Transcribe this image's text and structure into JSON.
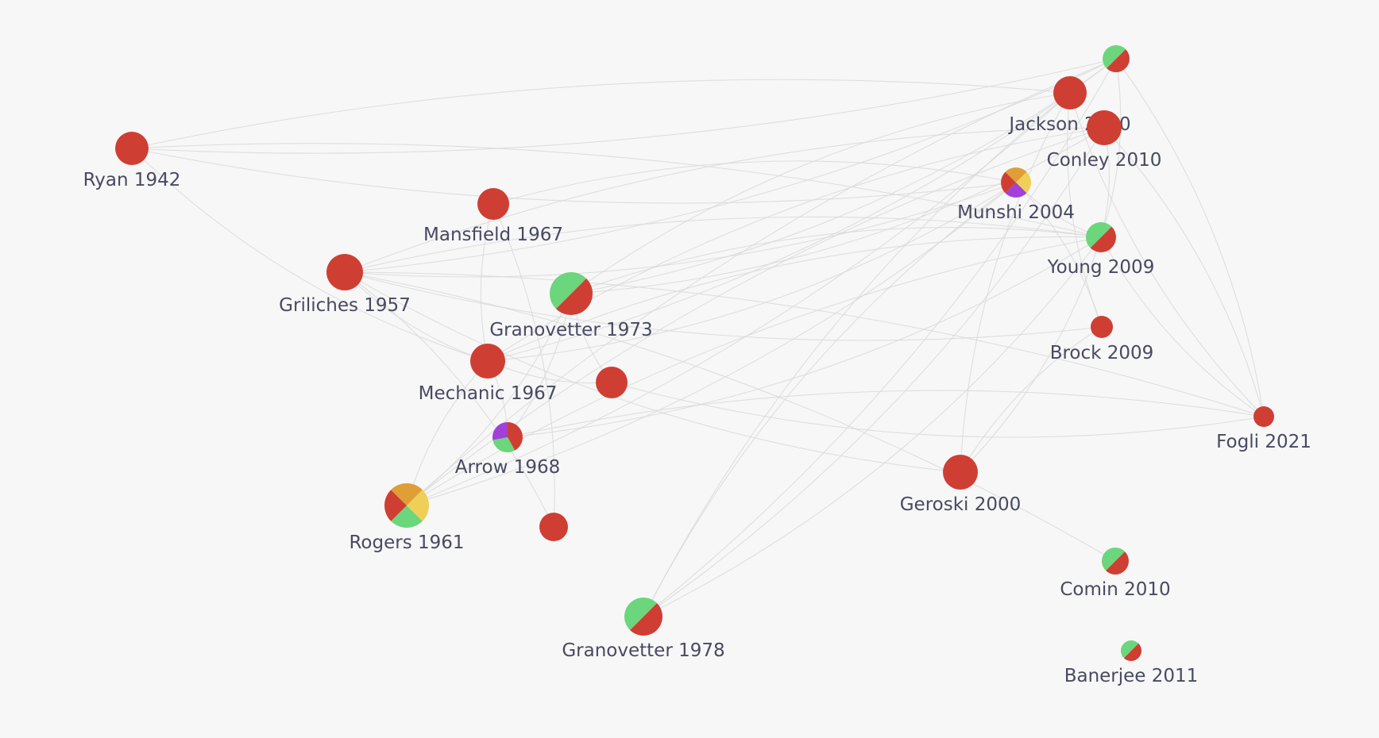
{
  "colors": {
    "background": "#f7f7f7",
    "edge": "#d9d9d9",
    "label": "#474a62",
    "red": "#cf3e33",
    "green": "#6bd67b",
    "purple": "#a240d7",
    "orange": "#df9e36",
    "yellow": "#f0cf58"
  },
  "nodes": [
    {
      "id": "ryan-1942",
      "label": "Ryan 1942",
      "slices": [
        "red"
      ]
    },
    {
      "id": "mansfield-1967",
      "label": "Mansfield 1967",
      "slices": [
        "red"
      ]
    },
    {
      "id": "griliches-1957",
      "label": "Griliches 1957",
      "slices": [
        "red"
      ]
    },
    {
      "id": "granovetter-1973",
      "label": "Granovetter 1973",
      "slices": [
        "red",
        "green"
      ]
    },
    {
      "id": "mechanic-1967",
      "label": "Mechanic 1967",
      "slices": [
        "red"
      ]
    },
    {
      "id": "unlabeled-a",
      "label": "",
      "slices": [
        "red"
      ]
    },
    {
      "id": "arrow-1968",
      "label": "Arrow 1968",
      "slices": [
        "red",
        "green",
        "purple"
      ]
    },
    {
      "id": "rogers-1961",
      "label": "Rogers 1961",
      "slices": [
        "yellow",
        "green",
        "red",
        "orange"
      ]
    },
    {
      "id": "unlabeled-b",
      "label": "",
      "slices": [
        "red"
      ]
    },
    {
      "id": "granovetter-1978",
      "label": "Granovetter 1978",
      "slices": [
        "red",
        "green"
      ]
    },
    {
      "id": "jackson-2010-a",
      "label": "",
      "slices": [
        "red",
        "green"
      ]
    },
    {
      "id": "jackson-2010",
      "label": "Jackson 2010",
      "slices": [
        "red"
      ]
    },
    {
      "id": "conley-2010",
      "label": "Conley 2010",
      "slices": [
        "red"
      ]
    },
    {
      "id": "munshi-2004",
      "label": "Munshi 2004",
      "slices": [
        "yellow",
        "purple",
        "red",
        "orange"
      ]
    },
    {
      "id": "young-2009",
      "label": "Young 2009",
      "slices": [
        "red",
        "green"
      ]
    },
    {
      "id": "brock-2009",
      "label": "Brock 2009",
      "slices": [
        "red"
      ]
    },
    {
      "id": "fogli-2021",
      "label": "Fogli 2021",
      "slices": [
        "red"
      ]
    },
    {
      "id": "geroski-2000",
      "label": "Geroski 2000",
      "slices": [
        "red"
      ]
    },
    {
      "id": "comin-2010",
      "label": "Comin 2010",
      "slices": [
        "red",
        "green"
      ]
    },
    {
      "id": "banerjee-2011",
      "label": "Banerjee 2011",
      "slices": [
        "red",
        "green"
      ]
    }
  ],
  "edges": [
    [
      "ryan-1942",
      "jackson-2010-a"
    ],
    [
      "ryan-1942",
      "jackson-2010"
    ],
    [
      "ryan-1942",
      "munshi-2004"
    ],
    [
      "ryan-1942",
      "young-2009"
    ],
    [
      "ryan-1942",
      "mechanic-1967"
    ],
    [
      "mansfield-1967",
      "munshi-2004"
    ],
    [
      "mansfield-1967",
      "mechanic-1967"
    ],
    [
      "mansfield-1967",
      "unlabeled-b"
    ],
    [
      "griliches-1957",
      "jackson-2010-a"
    ],
    [
      "griliches-1957",
      "conley-2010"
    ],
    [
      "griliches-1957",
      "munshi-2004"
    ],
    [
      "griliches-1957",
      "young-2009"
    ],
    [
      "griliches-1957",
      "brock-2009"
    ],
    [
      "griliches-1957",
      "fogli-2021"
    ],
    [
      "griliches-1957",
      "geroski-2000"
    ],
    [
      "griliches-1957",
      "comin-2010"
    ],
    [
      "griliches-1957",
      "mechanic-1967"
    ],
    [
      "griliches-1957",
      "unlabeled-b"
    ],
    [
      "granovetter-1973",
      "jackson-2010-a"
    ],
    [
      "granovetter-1973",
      "jackson-2010"
    ],
    [
      "granovetter-1973",
      "conley-2010"
    ],
    [
      "granovetter-1973",
      "young-2009"
    ],
    [
      "granovetter-1973",
      "unlabeled-a"
    ],
    [
      "granovetter-1973",
      "arrow-1968"
    ],
    [
      "mechanic-1967",
      "jackson-2010-a"
    ],
    [
      "mechanic-1967",
      "conley-2010"
    ],
    [
      "mechanic-1967",
      "munshi-2004"
    ],
    [
      "mechanic-1967",
      "young-2009"
    ],
    [
      "mechanic-1967",
      "unlabeled-a"
    ],
    [
      "mechanic-1967",
      "arrow-1968"
    ],
    [
      "unlabeled-a",
      "fogli-2021"
    ],
    [
      "arrow-1968",
      "fogli-2021"
    ],
    [
      "arrow-1968",
      "young-2009"
    ],
    [
      "rogers-1961",
      "jackson-2010-a"
    ],
    [
      "rogers-1961",
      "jackson-2010"
    ],
    [
      "rogers-1961",
      "conley-2010"
    ],
    [
      "rogers-1961",
      "munshi-2004"
    ],
    [
      "rogers-1961",
      "young-2009"
    ],
    [
      "rogers-1961",
      "granovetter-1973"
    ],
    [
      "rogers-1961",
      "mechanic-1967"
    ],
    [
      "granovetter-1978",
      "jackson-2010-a"
    ],
    [
      "granovetter-1978",
      "jackson-2010"
    ],
    [
      "granovetter-1978",
      "conley-2010"
    ],
    [
      "granovetter-1978",
      "munshi-2004"
    ],
    [
      "granovetter-1978",
      "young-2009"
    ],
    [
      "geroski-2000",
      "brock-2009"
    ],
    [
      "geroski-2000",
      "young-2009"
    ],
    [
      "jackson-2010-a",
      "fogli-2021"
    ],
    [
      "jackson-2010",
      "fogli-2021"
    ],
    [
      "conley-2010",
      "fogli-2021"
    ],
    [
      "young-2009",
      "fogli-2021"
    ],
    [
      "munshi-2004",
      "brock-2009"
    ],
    [
      "munshi-2004",
      "young-2009"
    ],
    [
      "conley-2010",
      "young-2009"
    ],
    [
      "jackson-2010",
      "brock-2009"
    ],
    [
      "jackson-2010-a",
      "young-2009"
    ],
    [
      "jackson-2010",
      "geroski-2000"
    ]
  ]
}
